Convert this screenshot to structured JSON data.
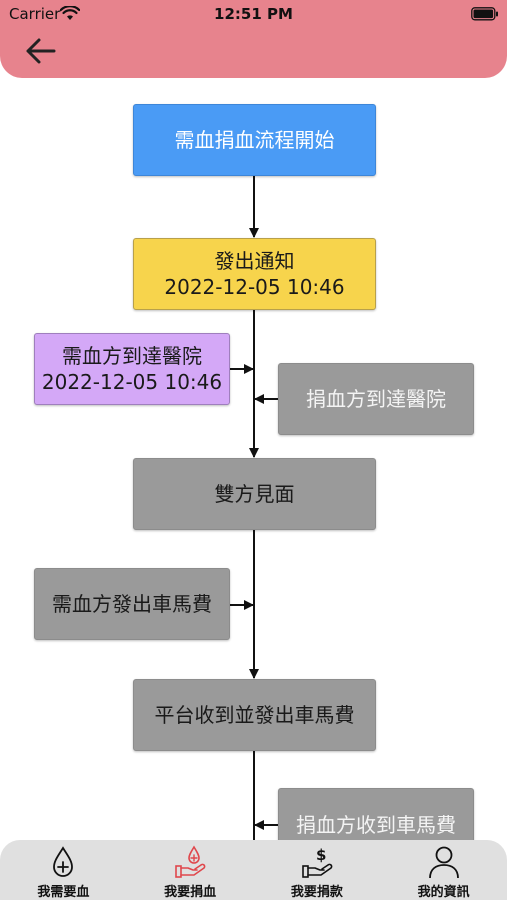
{
  "status_bar": {
    "carrier": "Carrier",
    "time": "12:51 PM"
  },
  "header": {
    "back_icon": "arrow-left-icon"
  },
  "flow": {
    "start": "需血捐血流程開始",
    "notify": {
      "label": "發出通知",
      "time": "2022-12-05 10:46"
    },
    "receiver_arrived": {
      "label": "需血方到達醫院",
      "time": "2022-12-05 10:46"
    },
    "donor_arrived": "捐血方到達醫院",
    "meet": "雙方見面",
    "receiver_fare": "需血方發出車馬費",
    "platform_fare": "平台收到並發出車馬費",
    "donor_fare": "捐血方收到車馬費"
  },
  "tabs": [
    {
      "label": "我需要血",
      "icon": "blood-drop-plus-icon"
    },
    {
      "label": "我要捐血",
      "icon": "hand-blood-drop-icon",
      "active": true
    },
    {
      "label": "我要捐款",
      "icon": "hand-dollar-icon"
    },
    {
      "label": "我的資訊",
      "icon": "user-icon"
    }
  ],
  "colors": {
    "header": "#e7838d",
    "start": "#4a9bf5",
    "notify": "#f7d44c",
    "receiver": "#d4a8f7",
    "pending": "#9a9a9a",
    "tab_active_icon": "#e0474c"
  }
}
